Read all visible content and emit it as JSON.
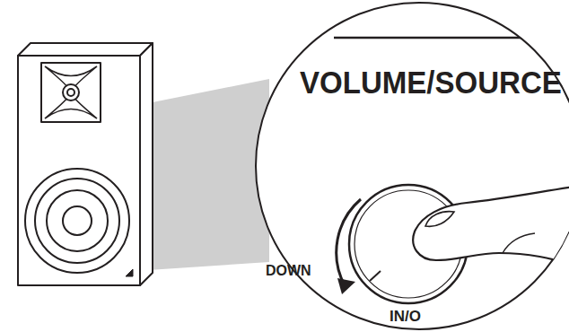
{
  "diagram": {
    "labels": [
      "VOLUME/SOURCE",
      "DOWN",
      "IN/O"
    ]
  }
}
